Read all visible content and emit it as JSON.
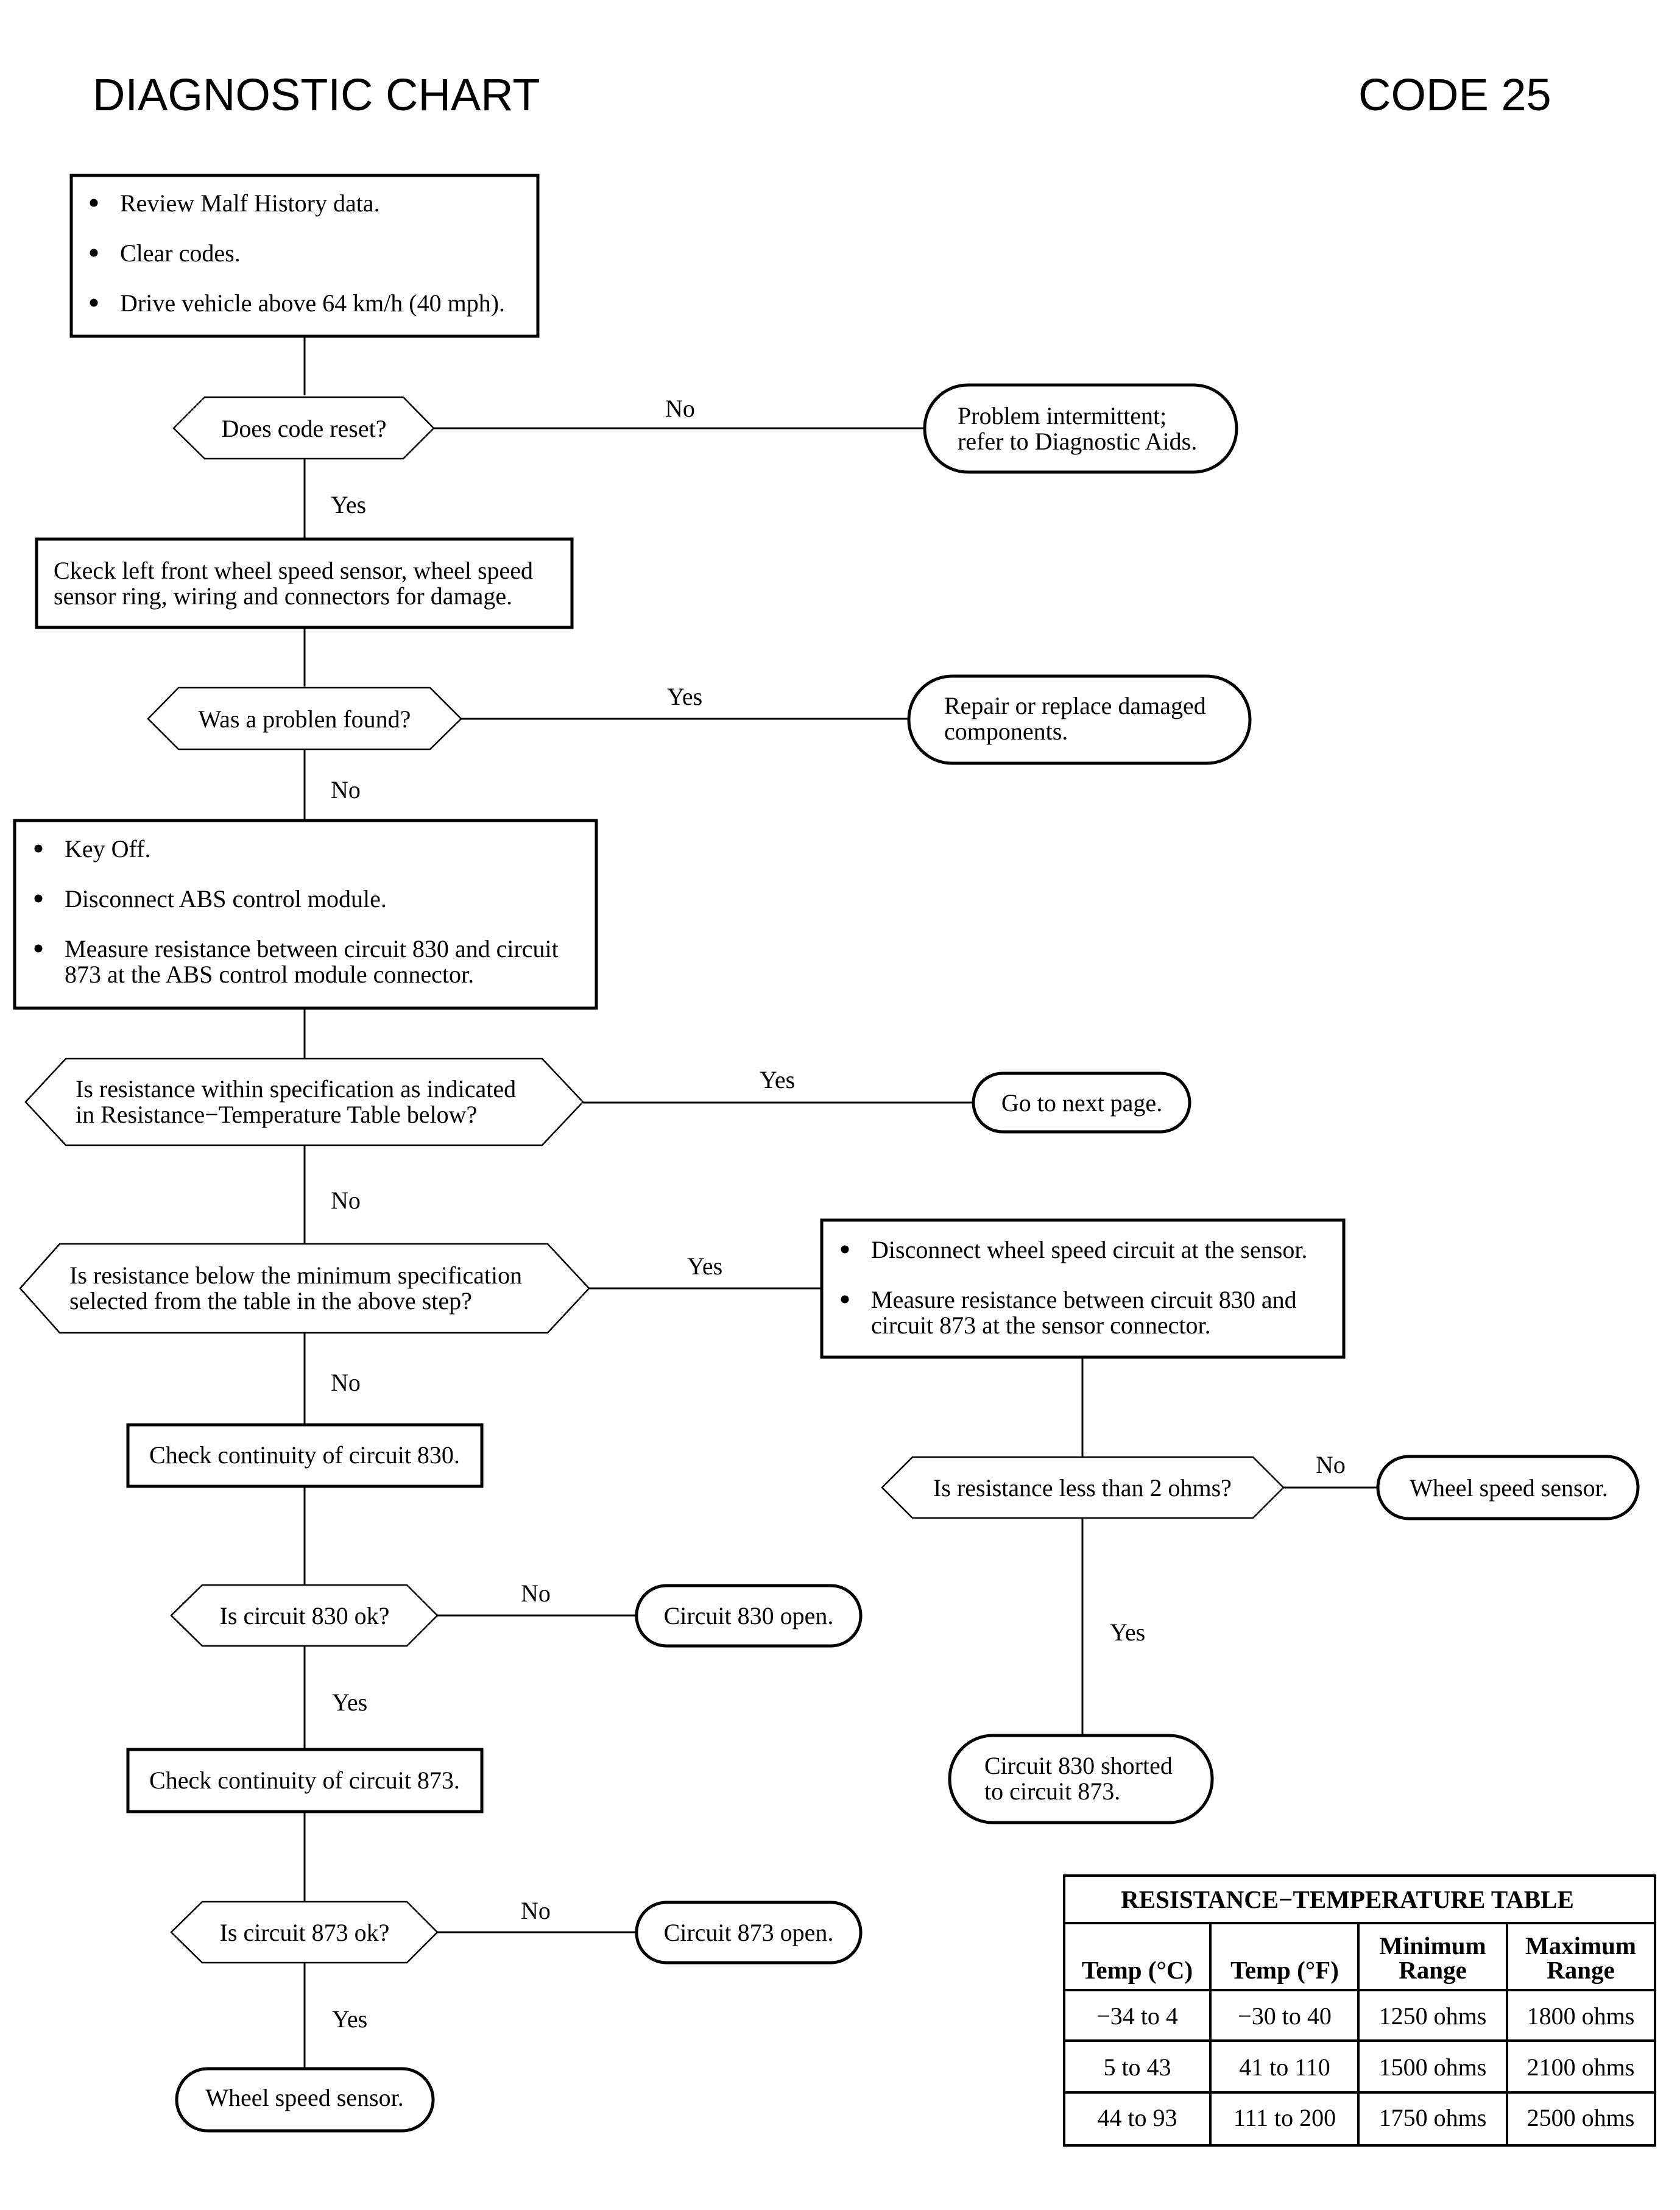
{
  "header": {
    "title": "DIAGNOSTIC CHART",
    "code": "CODE 25"
  },
  "steps": {
    "start": [
      "Review Malf History data.",
      "Clear codes.",
      "Drive vehicle above 64 km/h (40 mph)."
    ],
    "q_reset": "Does code reset?",
    "intermittent": [
      "Problem intermittent;",
      "refer to Diagnostic Aids."
    ],
    "check_sensor": [
      "Ckeck left front wheel speed sensor, wheel speed",
      "sensor ring, wiring and connectors for damage."
    ],
    "q_problem": "Was a problen found?",
    "repair": [
      "Repair or replace damaged",
      "components."
    ],
    "key_off": [
      "Key Off.",
      "Disconnect ABS control module."
    ],
    "key_off_measure": [
      "Measure resistance between circuit 830 and circuit",
      "873 at the ABS control module connector."
    ],
    "q_spec": [
      "Is resistance within specification as indicated",
      "in Resistance−Temperature Table below?"
    ],
    "next_page": "Go to next page.",
    "q_below": [
      "Is resistance below the minimum specification",
      "selected from the table in the above step?"
    ],
    "disconnect": "Disconnect wheel speed circuit at the sensor.",
    "disconnect_measure": [
      "Measure resistance between circuit 830 and",
      "circuit 873 at the sensor connector."
    ],
    "q_less2": "Is resistance less than 2 ohms?",
    "sensor_right": "Wheel speed sensor.",
    "shorted": [
      "Circuit 830 shorted",
      "to circuit 873."
    ],
    "check_830": "Check continuity of circuit 830.",
    "q_830": "Is circuit 830 ok?",
    "open_830": "Circuit 830 open.",
    "check_873": "Check continuity of circuit 873.",
    "q_873": "Is circuit 873 ok?",
    "open_873": "Circuit 873 open.",
    "sensor_bottom": "Wheel speed sensor."
  },
  "labels": {
    "reset_no": "No",
    "reset_yes": "Yes",
    "problem_yes": "Yes",
    "problem_no": "No",
    "spec_yes": "Yes",
    "spec_no": "No",
    "below_yes": "Yes",
    "below_no": "No",
    "less2_no": "No",
    "less2_yes": "Yes",
    "c830_no": "No",
    "c830_yes": "Yes",
    "c873_no": "No",
    "c873_yes": "Yes"
  },
  "table": {
    "title": "RESISTANCE−TEMPERATURE TABLE",
    "headers": [
      [
        "Temp (°C)"
      ],
      [
        "Temp (°F)"
      ],
      [
        "Minimum",
        "Range"
      ],
      [
        "Maximum",
        "Range"
      ]
    ],
    "rows": [
      [
        "−34 to 4",
        "−30 to 40",
        "1250 ohms",
        "1800 ohms"
      ],
      [
        "5 to 43",
        "41 to 110",
        "1500 ohms",
        "2100 ohms"
      ],
      [
        "44 to 93",
        "111 to 200",
        "1750 ohms",
        "2500 ohms"
      ]
    ]
  }
}
